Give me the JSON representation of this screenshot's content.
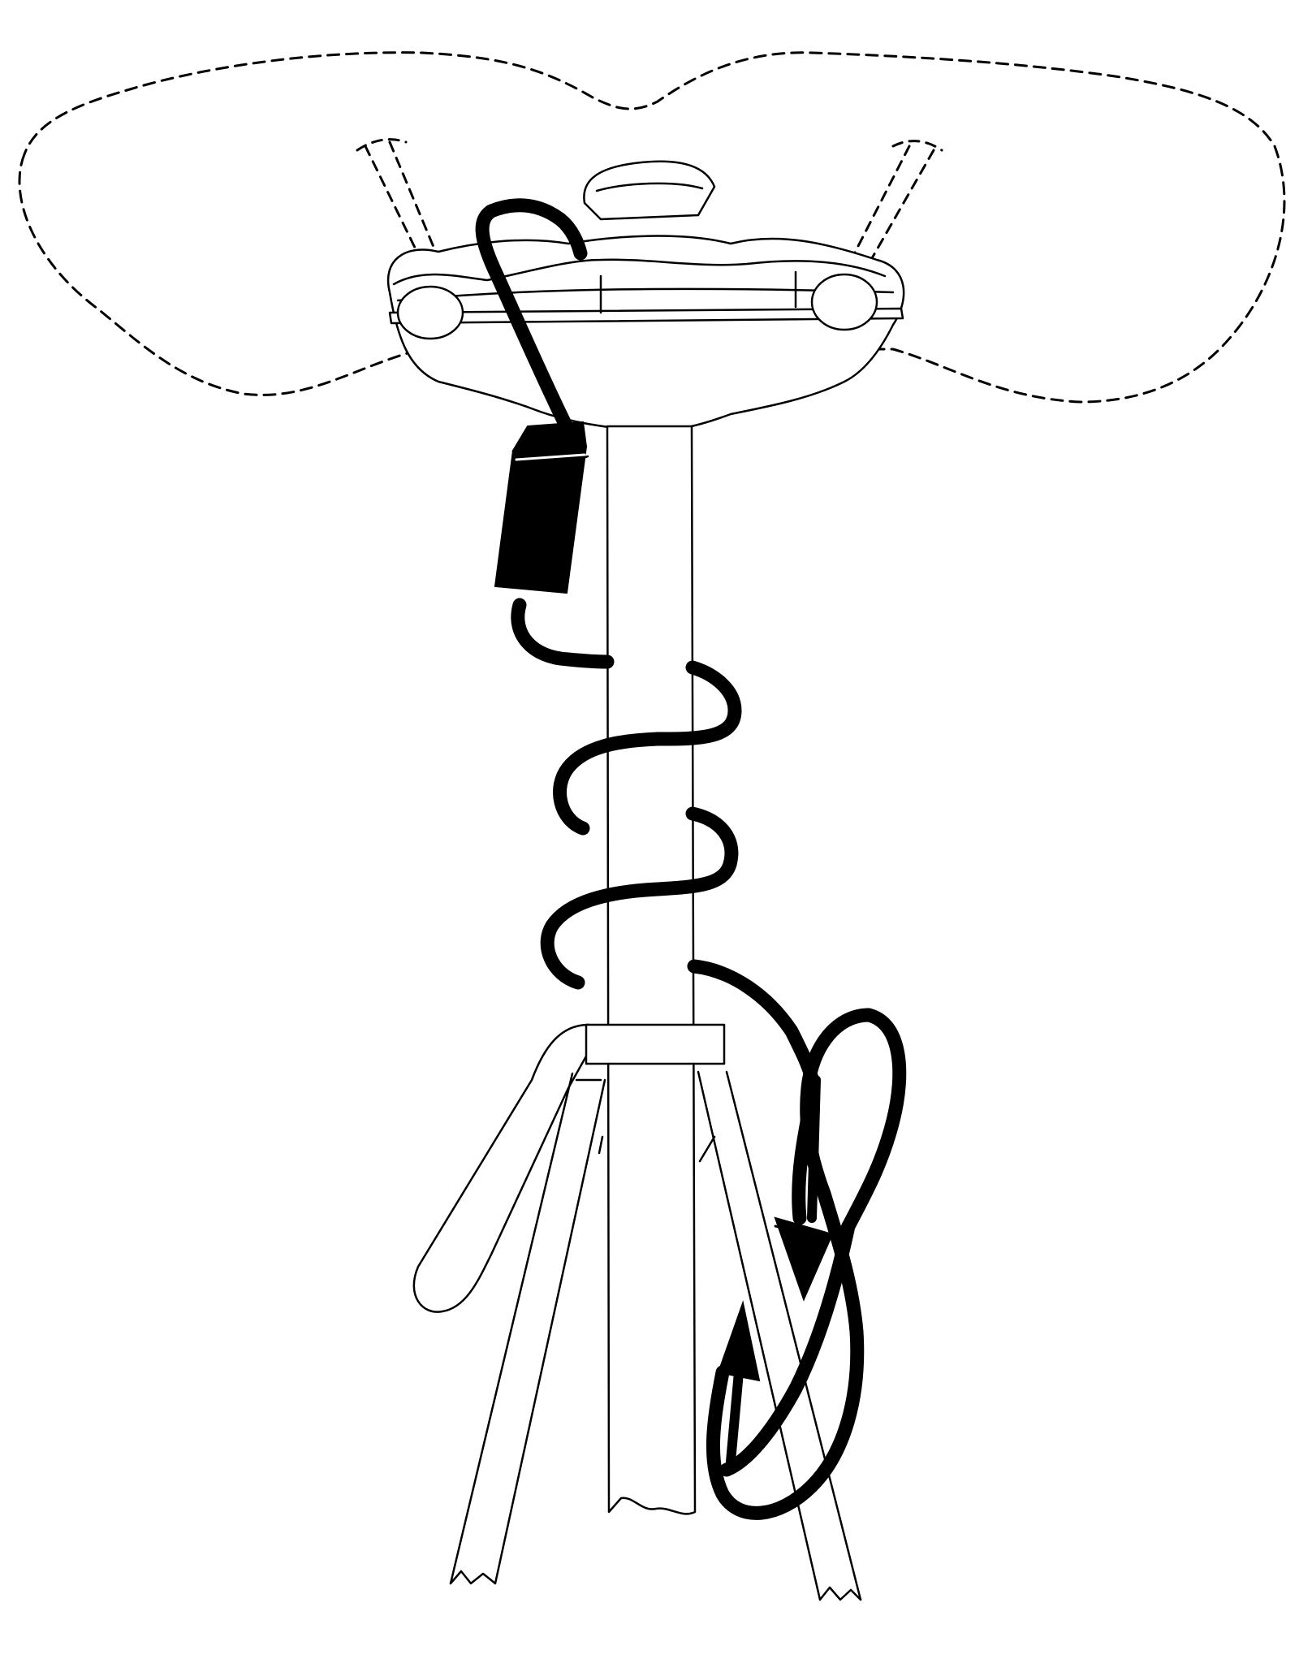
{
  "colors": {
    "background": "#ffffff",
    "ink": "#000000"
  },
  "parts": {
    "saddle": "saddle-outline-dashed",
    "seat_clamp": "seat-clamp",
    "seat_post": "seat-post",
    "lock_body": "lock-cylinder",
    "cable": "coiled-lock-cable",
    "frame_clamp": "seat-tube-clamp-band",
    "frame_tubes": "seat-stays-and-seat-tube",
    "directional_arrows": "arrow-icons"
  }
}
